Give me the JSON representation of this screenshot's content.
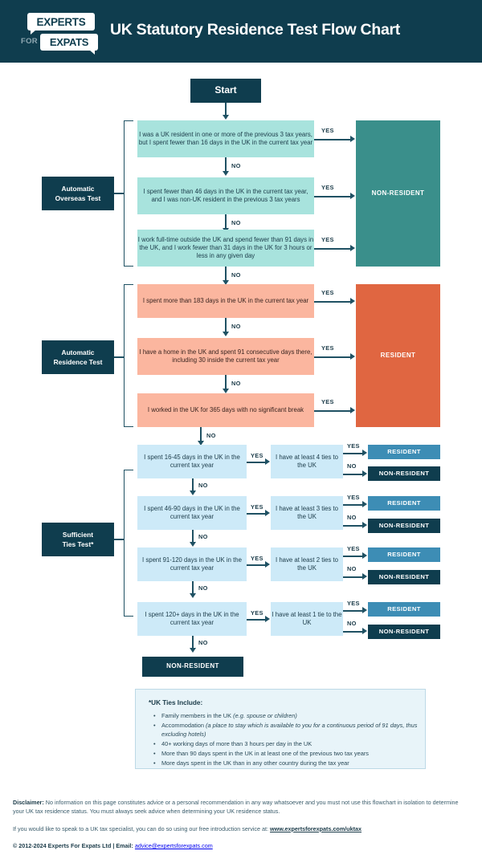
{
  "header": {
    "logo": {
      "line1": "EXPERTS",
      "line2": "EXPATS",
      "for": "FOR"
    },
    "title": "UK Statutory Residence Test Flow Chart"
  },
  "start": {
    "label": "Start"
  },
  "labels": {
    "yes": "YES",
    "no": "NO"
  },
  "sections": [
    {
      "name": "automatic-overseas-test",
      "label": "Automatic\nOverseas Test",
      "label_line1": "Automatic",
      "label_line2": "Overseas Test",
      "result": "NON-RESIDENT",
      "questions": [
        "I was a UK resident in one or more of the previous 3 tax years, but I spent fewer than 16 days in the UK in the current tax year",
        "I spent fewer than 46 days in the UK in the current tax year, and I was non-UK resident in the previous 3 tax years",
        "I work full-time outside the UK and spend fewer than 91 days in the UK, and I work fewer than 31 days in the UK for 3 hours or less in any given day"
      ]
    },
    {
      "name": "automatic-residence-test",
      "label_line1": "Automatic",
      "label_line2": "Residence Test",
      "result": "RESIDENT",
      "questions": [
        "I spent more than 183 days in the UK in the current tax year",
        "I have a home in the UK and spent 91 consecutive days there, including 30 inside the current tax year",
        "I worked in the UK for 365 days with no significant break"
      ]
    },
    {
      "name": "sufficient-ties-test",
      "label_line1": "Sufficient",
      "label_line2": "Ties Test*",
      "rows": [
        {
          "question": "I spent 16-45 days in the UK in the current tax year",
          "ties": "I have at least 4 ties to the UK",
          "yes_result": "RESIDENT",
          "no_result": "NON-RESIDENT"
        },
        {
          "question": "I spent 46-90 days in the UK in the current tax year",
          "ties": "I have at least 3 ties to the UK",
          "yes_result": "RESIDENT",
          "no_result": "NON-RESIDENT"
        },
        {
          "question": "I spent 91-120 days in the UK in the current tax year",
          "ties": "I have at least 2 ties to the UK",
          "yes_result": "RESIDENT",
          "no_result": "NON-RESIDENT"
        },
        {
          "question": "I spent 120+ days in the UK in the current tax year",
          "ties": "I have at least 1 tie to the UK",
          "yes_result": "RESIDENT",
          "no_result": "NON-RESIDENT"
        }
      ],
      "final_result": "NON-RESIDENT"
    }
  ],
  "notes": {
    "title": "*UK Ties Include:",
    "items": [
      {
        "text": "Family members in the UK ",
        "italic": "(e.g. spouse or children)"
      },
      {
        "text": "Accommodation ",
        "italic": "(a place to stay which is available to you for a continuous period of 91 days, thus excluding hotels)"
      },
      {
        "text": "40+ working days of more than 3 hours per day in the UK",
        "italic": ""
      },
      {
        "text": "More than 90 days spent in the UK in at least one of the previous two tax years",
        "italic": ""
      },
      {
        "text": "More days spent in the UK than in any other country during the tax year",
        "italic": ""
      }
    ]
  },
  "footer": {
    "disclaimer_label": "Disclaimer:",
    "disclaimer_text": " No information on this page constitutes advice or a personal recommendation in any way whatsoever and you must not use this flowchart in isolation to determine your UK tax residence status. You must always seek advice when determining your UK residence status.",
    "specialist_text": "If you would like to speak to a UK tax specialist, you can do so using our free introduction service at: ",
    "specialist_link": "www.expertsforexpats.com/uktax",
    "copyright": "© 2012-2024 Experts For Expats Ltd | Email:",
    "email": "advice@expertsforexpats.com"
  },
  "colors": {
    "header_bg": "#0f3d4e",
    "overseas_question": "#a8e3dd",
    "overseas_result": "#3a8f8b",
    "residence_question": "#fbb69f",
    "residence_result": "#e06641",
    "ties_question": "#cdeaf8",
    "ties_resident": "#3d8db5",
    "ties_nonresident": "#0f3d4e",
    "notes_bg": "#e8f4f9",
    "connector": "#1f5163"
  }
}
